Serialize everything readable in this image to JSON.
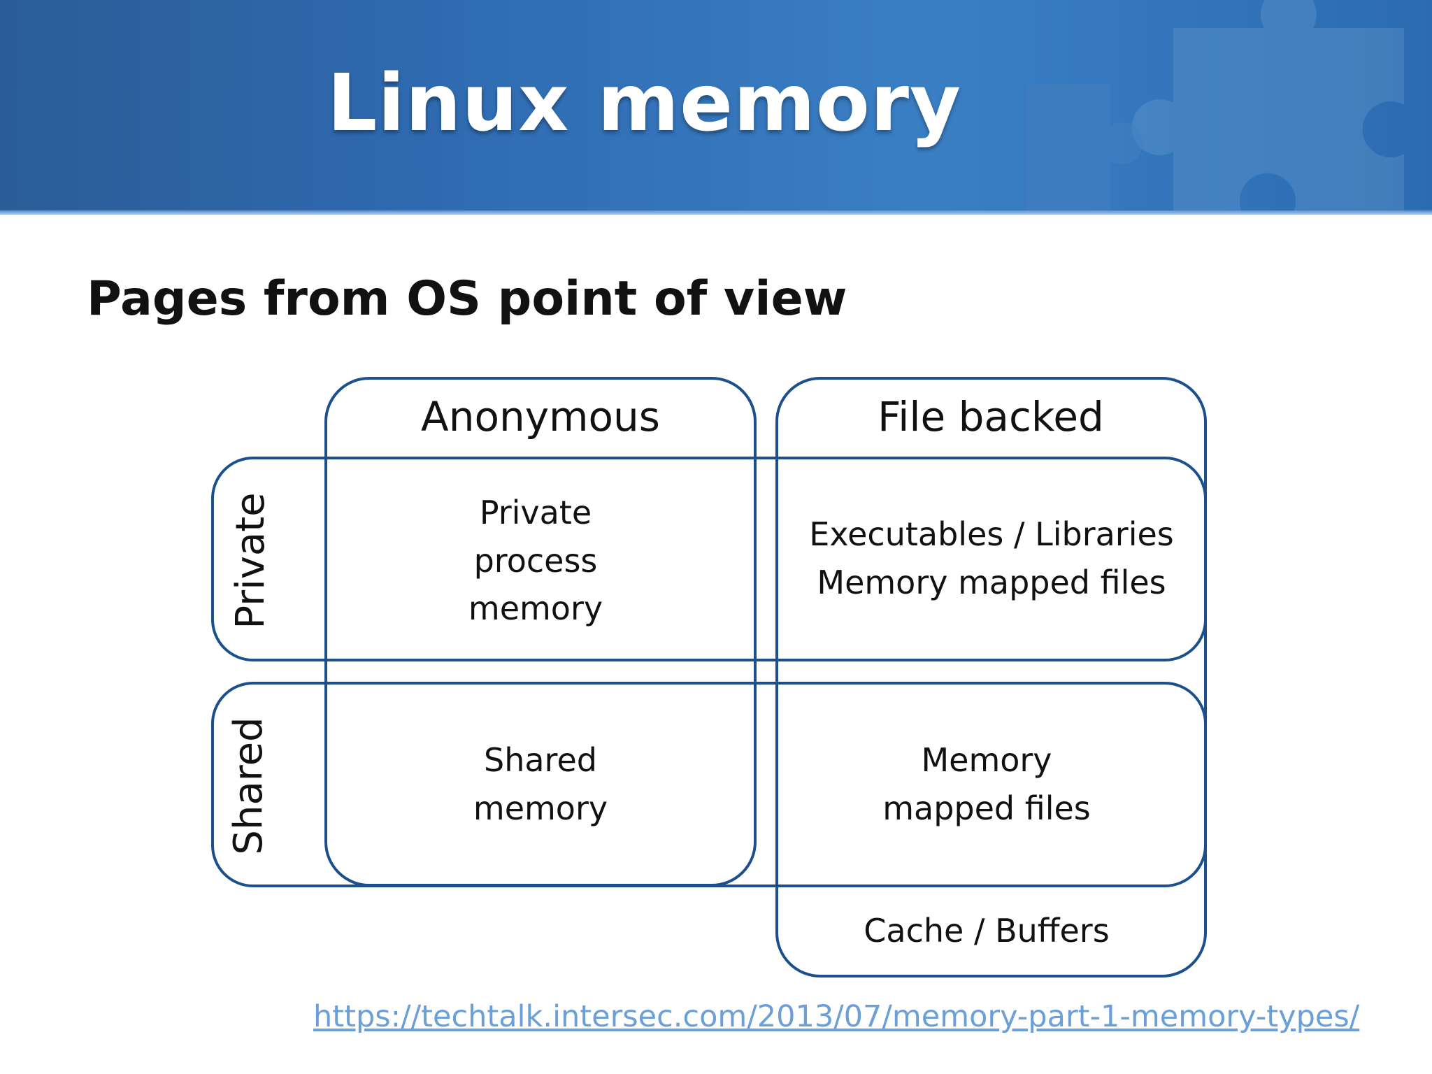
{
  "slide": {
    "title": "Linux memory",
    "subtitle": "Pages from OS point of view",
    "source_link": "https://techtalk.intersec.com/2013/07/memory-part-1-memory-types/"
  },
  "diagram": {
    "columns": {
      "anonymous": "Anonymous",
      "file_backed": "File backed"
    },
    "rows": {
      "private": "Private",
      "shared": "Shared"
    },
    "cells": {
      "private_anonymous": [
        "Private",
        "process",
        "memory"
      ],
      "private_file_backed": [
        "Executables / Libraries",
        "Memory mapped files"
      ],
      "shared_anonymous": [
        "Shared",
        "memory"
      ],
      "shared_file_backed": [
        "Memory",
        "mapped files"
      ]
    },
    "extra": {
      "cache_buffers": "Cache / Buffers"
    }
  },
  "colors": {
    "banner": "#2f6ab0",
    "outline": "#1c4f8e",
    "link": "#6a9fd8"
  }
}
